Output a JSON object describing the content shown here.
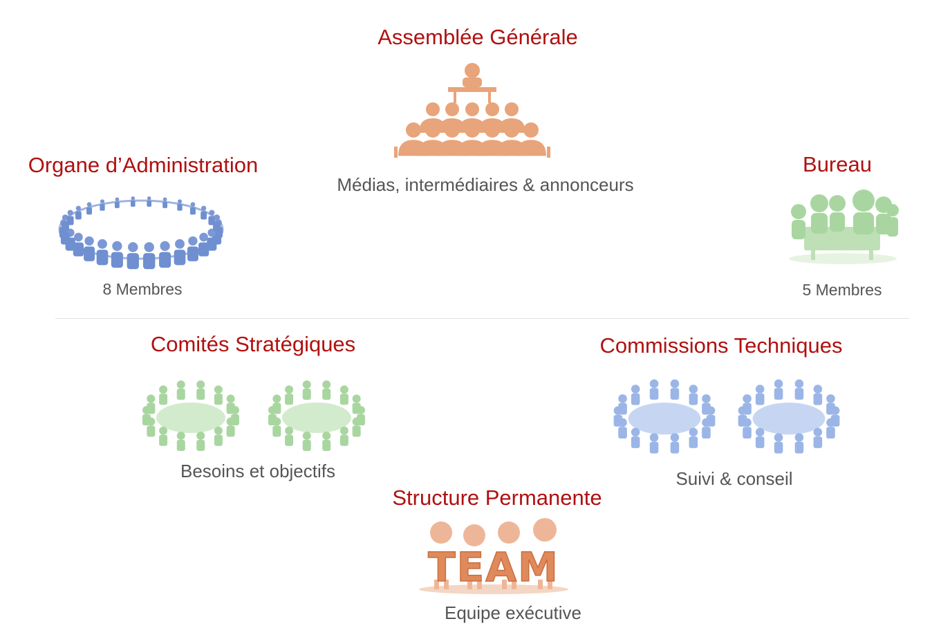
{
  "assemblee": {
    "title": "Assemblée Générale",
    "subtitle": "Médias, intermédiaires & annonceurs"
  },
  "organe": {
    "title": "Organe d’Administration",
    "subtitle": "8 Membres"
  },
  "bureau": {
    "title": "Bureau",
    "subtitle": "5 Membres"
  },
  "comites": {
    "title": "Comités Stratégiques",
    "subtitle": "Besoins et objectifs"
  },
  "commissions": {
    "title": "Commissions Techniques",
    "subtitle": "Suivi & conseil"
  },
  "structure": {
    "title": "Structure Permanente",
    "logo_text": "TEAM",
    "subtitle": "Equipe exécutive"
  },
  "colors": {
    "title": "#b01010",
    "text": "#555555",
    "orange": "#e8a47a",
    "blue": "#6f8fd0",
    "green": "#a9d6a0",
    "light_blue": "#9bb6e6"
  },
  "icons": {
    "assemblee": "audience-presenter-icon",
    "organe": "ring-of-people-icon",
    "bureau": "meeting-table-icon",
    "comites": "round-table-meeting-icon",
    "commissions": "round-table-meeting-icon",
    "structure": "team-figures-icon"
  }
}
